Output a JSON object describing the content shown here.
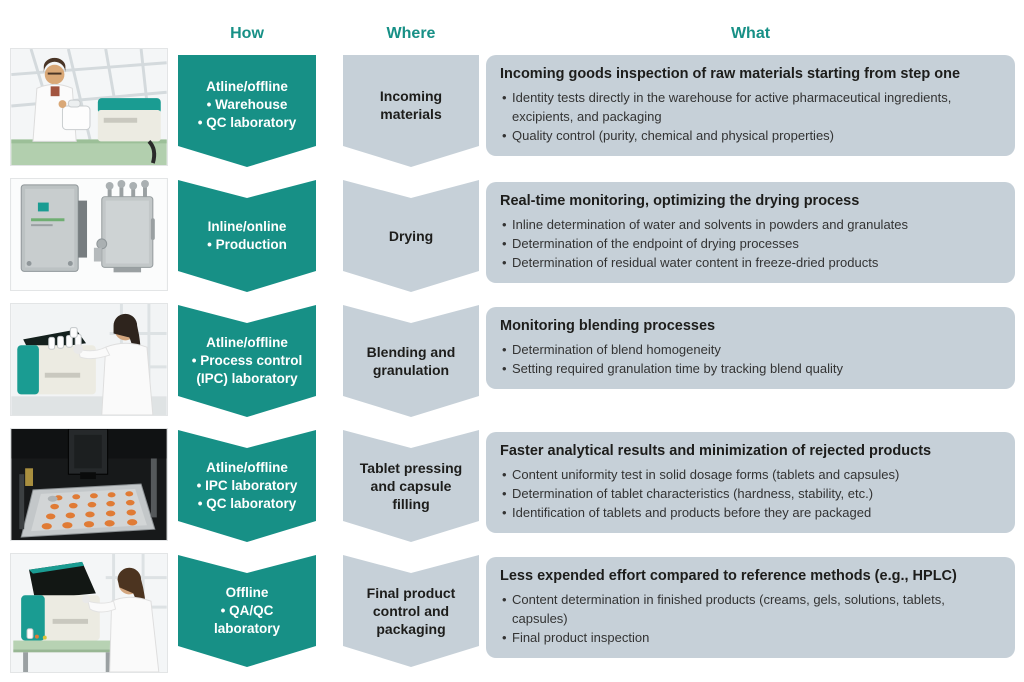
{
  "colors": {
    "teal": "#179086",
    "panel_gray": "#c6d0d8",
    "title_text": "#1d1d1b",
    "body_text": "#333333"
  },
  "headers": {
    "how": "How",
    "where": "Where",
    "what": "What"
  },
  "rows": [
    {
      "photo": "scientist-pouring-canister-beside-nirs-analyzer",
      "how": {
        "mode": "Atline/offline",
        "locations": [
          "Warehouse",
          "QC laboratory"
        ]
      },
      "where": "Incoming materials",
      "what": {
        "title": "Incoming goods inspection of raw materials starting from step one",
        "bullets": [
          "Identity tests directly in the warehouse for active pharmaceutical ingredients, excipients, and packaging",
          "Quality control (purity, chemical and physical properties)"
        ]
      }
    },
    {
      "photo": "two-stainless-steel-process-analyzer-cabinets",
      "how": {
        "mode": "Inline/online",
        "locations": [
          "Production"
        ]
      },
      "where": "Drying",
      "what": {
        "title": "Real-time monitoring, optimizing the drying process",
        "bullets": [
          "Inline determination of water and solvents in powders and granulates",
          "Determination of the endpoint of drying processes",
          "Determination of residual water content in freeze-dried products"
        ]
      }
    },
    {
      "photo": "technician-loading-vials-into-open-benchtop-analyzer",
      "how": {
        "mode": "Atline/offline",
        "locations": [
          "Process control (IPC) laboratory"
        ]
      },
      "where": "Blending and granulation",
      "what": {
        "title": "Monitoring blending processes",
        "bullets": [
          "Determination of blend homogeneity",
          "Setting required granulation time by tracking blend quality"
        ]
      }
    },
    {
      "photo": "orange-tablets-on-tray-under-measuring-head",
      "how": {
        "mode": "Atline/offline",
        "locations": [
          "IPC laboratory",
          "QC laboratory"
        ]
      },
      "where": "Tablet pressing and capsule filling",
      "what": {
        "title": "Faster analytical results and minimization of rejected products",
        "bullets": [
          "Content uniformity test in solid dosage forms (tablets and capsules)",
          "Determination of tablet characteristics (hardness, stability, etc.)",
          "Identification of tablets and products before they are packaged"
        ]
      }
    },
    {
      "photo": "analyst-placing-sample-into-open-benchtop-analyzer",
      "how": {
        "mode": "Offline",
        "locations": [
          "QA/QC laboratory"
        ]
      },
      "where": "Final product control and packaging",
      "what": {
        "title": "Less expended effort compared to reference methods (e.g., HPLC)",
        "bullets": [
          "Content determination in finished products (creams, gels, solutions, tablets, capsules)",
          "Final product inspection"
        ]
      }
    }
  ]
}
